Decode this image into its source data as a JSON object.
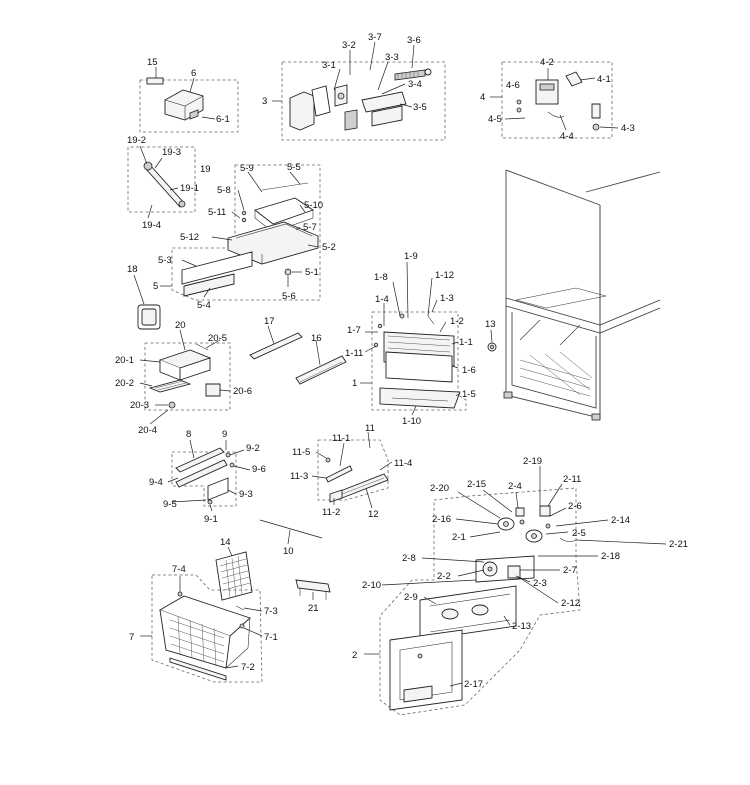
{
  "callouts": [
    {
      "id": "15",
      "text": "15"
    },
    {
      "id": "6",
      "text": "6"
    },
    {
      "id": "6-1",
      "text": "6-1"
    },
    {
      "id": "3-7",
      "text": "3-7"
    },
    {
      "id": "3-6",
      "text": "3-6"
    },
    {
      "id": "3-2",
      "text": "3-2"
    },
    {
      "id": "3-3",
      "text": "3-3"
    },
    {
      "id": "3-1",
      "text": "3-1"
    },
    {
      "id": "3-4",
      "text": "3-4"
    },
    {
      "id": "3",
      "text": "3"
    },
    {
      "id": "3-5",
      "text": "3-5"
    },
    {
      "id": "4-2",
      "text": "4-2"
    },
    {
      "id": "4-6",
      "text": "4-6"
    },
    {
      "id": "4-1",
      "text": "4-1"
    },
    {
      "id": "4",
      "text": "4"
    },
    {
      "id": "4-5",
      "text": "4-5"
    },
    {
      "id": "4-4",
      "text": "4-4"
    },
    {
      "id": "4-3",
      "text": "4-3"
    },
    {
      "id": "19-2",
      "text": "19-2"
    },
    {
      "id": "19-3",
      "text": "19-3"
    },
    {
      "id": "19",
      "text": "19"
    },
    {
      "id": "19-1",
      "text": "19-1"
    },
    {
      "id": "19-4",
      "text": "19-4"
    },
    {
      "id": "5-9",
      "text": "5-9"
    },
    {
      "id": "5-5",
      "text": "5-5"
    },
    {
      "id": "5-8",
      "text": "5-8"
    },
    {
      "id": "5-10",
      "text": "5-10"
    },
    {
      "id": "5-11",
      "text": "5-11"
    },
    {
      "id": "5-7",
      "text": "5-7"
    },
    {
      "id": "5-12",
      "text": "5-12"
    },
    {
      "id": "5-2",
      "text": "5-2"
    },
    {
      "id": "5-3",
      "text": "5-3"
    },
    {
      "id": "5-1",
      "text": "5-1"
    },
    {
      "id": "18",
      "text": "18"
    },
    {
      "id": "5",
      "text": "5"
    },
    {
      "id": "5-6",
      "text": "5-6"
    },
    {
      "id": "5-4",
      "text": "5-4"
    },
    {
      "id": "1-9",
      "text": "1-9"
    },
    {
      "id": "1-8",
      "text": "1-8"
    },
    {
      "id": "1-12",
      "text": "1-12"
    },
    {
      "id": "1-4",
      "text": "1-4"
    },
    {
      "id": "1-3",
      "text": "1-3"
    },
    {
      "id": "20",
      "text": "20"
    },
    {
      "id": "17",
      "text": "17"
    },
    {
      "id": "1-7",
      "text": "1-7"
    },
    {
      "id": "1-2",
      "text": "1-2"
    },
    {
      "id": "13",
      "text": "13"
    },
    {
      "id": "20-5",
      "text": "20-5"
    },
    {
      "id": "16",
      "text": "16"
    },
    {
      "id": "1-1",
      "text": "1-1"
    },
    {
      "id": "20-1",
      "text": "20-1"
    },
    {
      "id": "1-11",
      "text": "1-11"
    },
    {
      "id": "1-6",
      "text": "1-6"
    },
    {
      "id": "20-2",
      "text": "20-2"
    },
    {
      "id": "1",
      "text": "1"
    },
    {
      "id": "20-6",
      "text": "20-6"
    },
    {
      "id": "1-5",
      "text": "1-5"
    },
    {
      "id": "20-3",
      "text": "20-3"
    },
    {
      "id": "1-10",
      "text": "1-10"
    },
    {
      "id": "20-4",
      "text": "20-4"
    },
    {
      "id": "8",
      "text": "8"
    },
    {
      "id": "9",
      "text": "9"
    },
    {
      "id": "11-1",
      "text": "11-1"
    },
    {
      "id": "11",
      "text": "11"
    },
    {
      "id": "9-2",
      "text": "9-2"
    },
    {
      "id": "11-5",
      "text": "11-5"
    },
    {
      "id": "9-6",
      "text": "9-6"
    },
    {
      "id": "11-4",
      "text": "11-4"
    },
    {
      "id": "9-4",
      "text": "9-4"
    },
    {
      "id": "11-3",
      "text": "11-3"
    },
    {
      "id": "2-19",
      "text": "2-19"
    },
    {
      "id": "2-11",
      "text": "2-11"
    },
    {
      "id": "9-3",
      "text": "9-3"
    },
    {
      "id": "2-20",
      "text": "2-20"
    },
    {
      "id": "2-15",
      "text": "2-15"
    },
    {
      "id": "2-4",
      "text": "2-4"
    },
    {
      "id": "9-5",
      "text": "9-5"
    },
    {
      "id": "11-2",
      "text": "11-2"
    },
    {
      "id": "12",
      "text": "12"
    },
    {
      "id": "2-6",
      "text": "2-6"
    },
    {
      "id": "9-1",
      "text": "9-1"
    },
    {
      "id": "2-16",
      "text": "2-16"
    },
    {
      "id": "2-14",
      "text": "2-14"
    },
    {
      "id": "2-5",
      "text": "2-5"
    },
    {
      "id": "2-1",
      "text": "2-1"
    },
    {
      "id": "10",
      "text": "10"
    },
    {
      "id": "2-21",
      "text": "2-21"
    },
    {
      "id": "14",
      "text": "14"
    },
    {
      "id": "2-18",
      "text": "2-18"
    },
    {
      "id": "2-8",
      "text": "2-8"
    },
    {
      "id": "7-4",
      "text": "7-4"
    },
    {
      "id": "2-7",
      "text": "2-7"
    },
    {
      "id": "2-2",
      "text": "2-2"
    },
    {
      "id": "2-3",
      "text": "2-3"
    },
    {
      "id": "2-10",
      "text": "2-10"
    },
    {
      "id": "7-3",
      "text": "7-3"
    },
    {
      "id": "21",
      "text": "21"
    },
    {
      "id": "2-9",
      "text": "2-9"
    },
    {
      "id": "2-12",
      "text": "2-12"
    },
    {
      "id": "7",
      "text": "7"
    },
    {
      "id": "7-1",
      "text": "7-1"
    },
    {
      "id": "2-13",
      "text": "2-13"
    },
    {
      "id": "7-2",
      "text": "7-2"
    },
    {
      "id": "2",
      "text": "2"
    },
    {
      "id": "2-17",
      "text": "2-17"
    }
  ]
}
